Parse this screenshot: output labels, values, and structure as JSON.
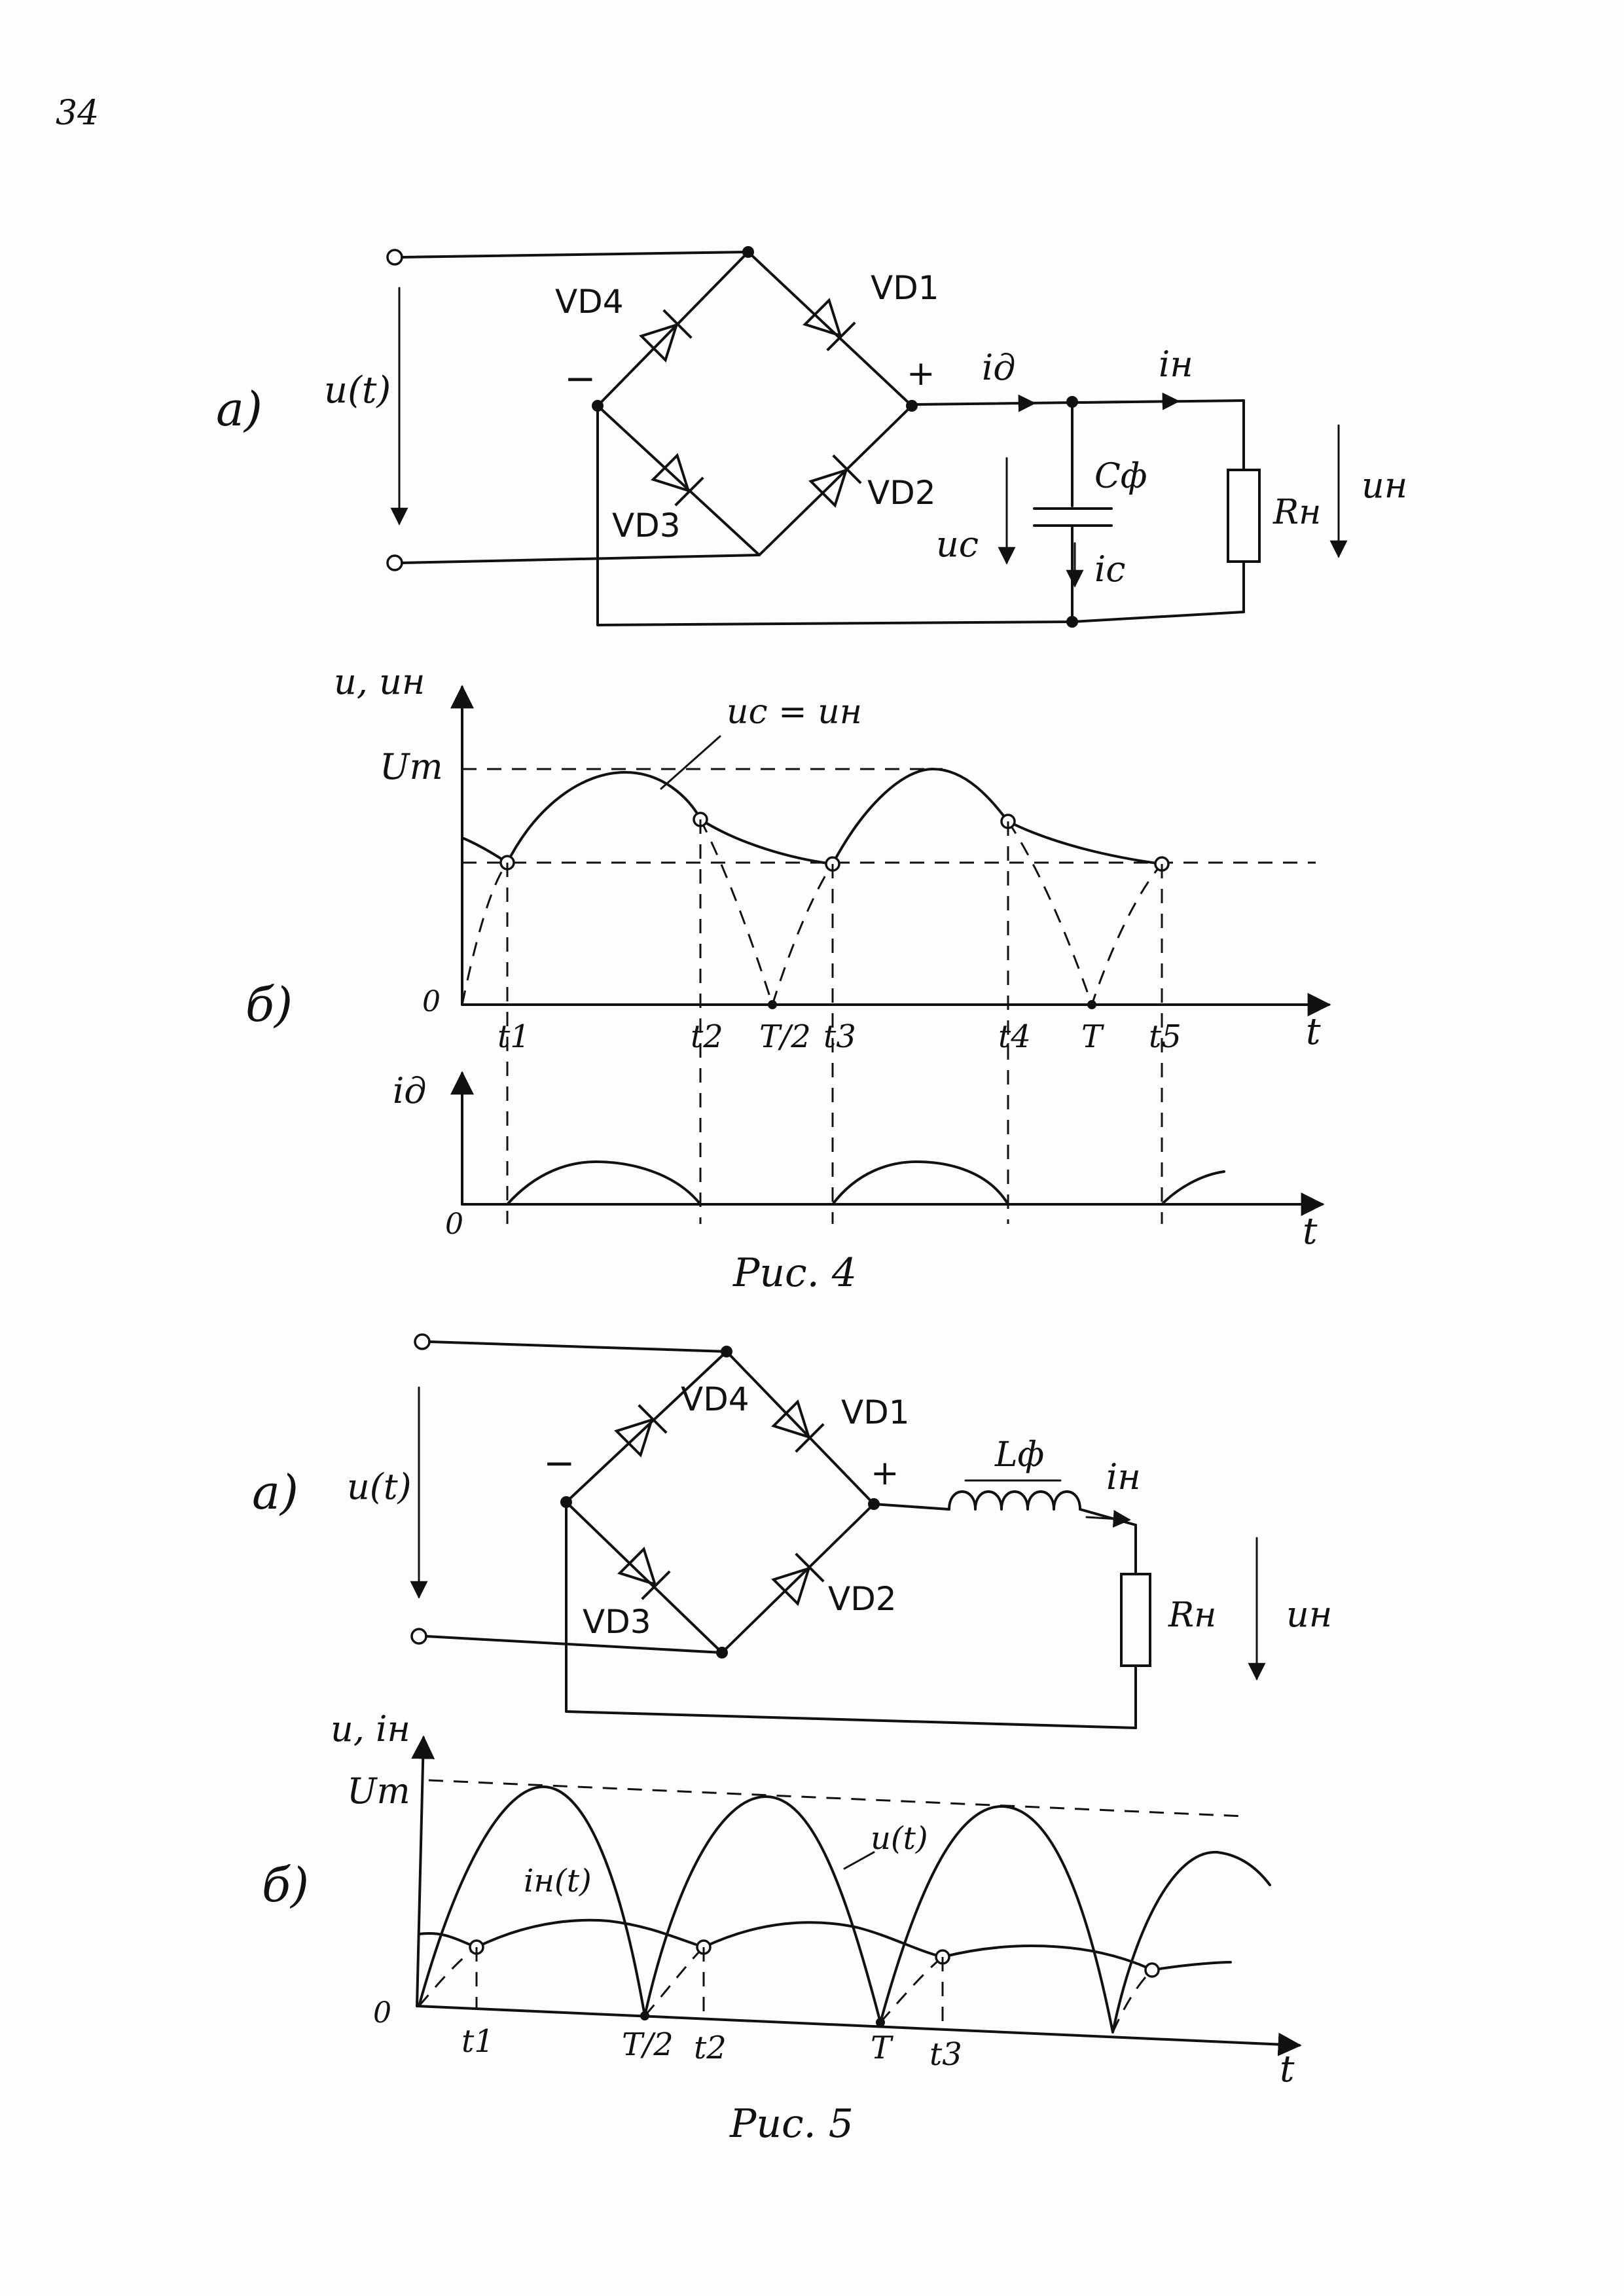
{
  "page_number": "34",
  "fig4": {
    "part_a_label": "а)",
    "part_b_label": "б)",
    "input_voltage": "u(t)",
    "diodes": [
      "VD4",
      "VD1",
      "VD3",
      "VD2"
    ],
    "minus": "−",
    "plus": "+",
    "diode_current": "iд",
    "load_current": "iн",
    "capacitor": "Cф",
    "cap_voltage": "uc",
    "cap_current": "ic",
    "load_resistor": "Rн",
    "load_voltage": "uн",
    "graph_y_label": "u, uн",
    "um_label": "Um",
    "curve_label": "uc = uн",
    "zero": "0",
    "t_axis": "t",
    "ticks": [
      "t1",
      "t2",
      "T/2",
      "t3",
      "t4",
      "T",
      "t5"
    ],
    "current_y_label": "iд",
    "current_zero": "0",
    "caption": "Рис. 4"
  },
  "fig5": {
    "part_a_label": "а)",
    "part_b_label": "б)",
    "input_voltage": "u(t)",
    "diodes": [
      "VD4",
      "VD1",
      "VD3",
      "VD2"
    ],
    "minus": "−",
    "plus": "+",
    "inductor": "Lф",
    "load_current": "iн",
    "load_resistor": "Rн",
    "load_voltage": "uн",
    "graph_y_label": "u, iн",
    "um_label": "Um",
    "current_curve_label": "iн(t)",
    "voltage_curve_label": "u(t)",
    "zero": "0",
    "t_axis": "t",
    "ticks": [
      "t1",
      "T/2",
      "t2",
      "T",
      "t3"
    ],
    "caption": "Рис. 5"
  }
}
